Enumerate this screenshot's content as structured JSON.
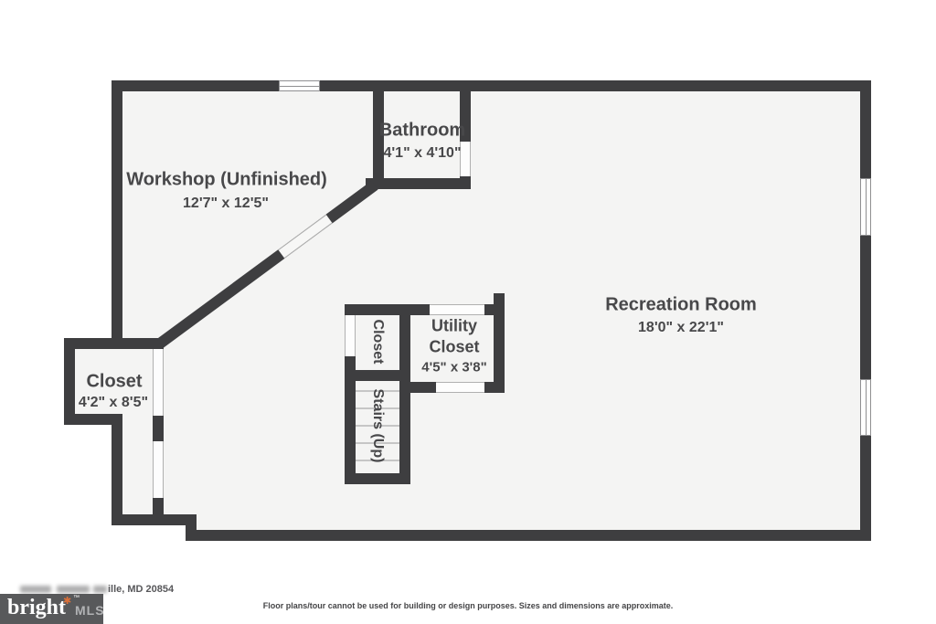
{
  "floorplan": {
    "rooms": [
      {
        "id": "workshop",
        "name": "Workshop (Unfinished)",
        "dims": "12'7\" x 12'5\""
      },
      {
        "id": "bathroom",
        "name": "Bathroom",
        "dims": "4'1\" x 4'10\""
      },
      {
        "id": "recreation",
        "name": "Recreation Room",
        "dims": "18'0\" x 22'1\""
      },
      {
        "id": "closet",
        "name": "Closet",
        "dims": "4'2\" x 8'5\""
      },
      {
        "id": "utility",
        "name": "Utility Closet",
        "name_line1": "Utility",
        "name_line2": "Closet",
        "dims": "4'5\" x 3'8\""
      },
      {
        "id": "small_closet",
        "name": "Closet"
      },
      {
        "id": "stairs",
        "name": "Stairs (Up)"
      }
    ],
    "colors": {
      "wall": "#3e3e40",
      "floor": "#f4f4f3",
      "label_text": "#48484a",
      "stair_tread": "#c6c6c6",
      "door_jamb": "#b0b0b0",
      "window_border": "#8f8f91"
    }
  },
  "footer": {
    "address_visible": "ille, MD 20854",
    "disclaimer": "Floor plans/tour cannot be used for building or design purposes. Sizes and dimensions are approximate.",
    "logo": {
      "brand": "bright",
      "suffix": "MLS",
      "tm": "™",
      "star": "✱",
      "box_color": "#58595b",
      "star_color": "#dd7038"
    }
  }
}
